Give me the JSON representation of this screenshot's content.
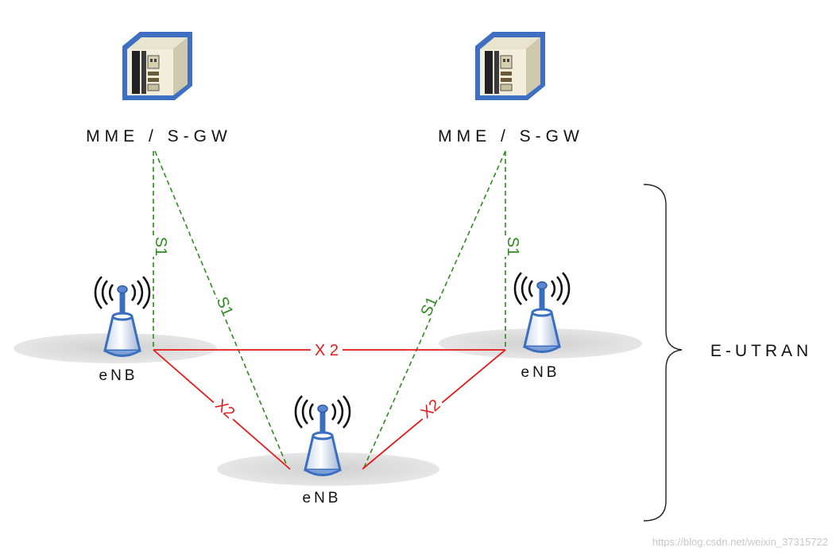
{
  "mme_left": {
    "label": "MME / S-GW",
    "icon": "server-icon"
  },
  "mme_right": {
    "label": "MME / S-GW",
    "icon": "server-icon"
  },
  "enb_left": {
    "label": "eNB",
    "icon": "antenna-tower-icon"
  },
  "enb_right": {
    "label": "eNB",
    "icon": "antenna-tower-icon"
  },
  "enb_bottom": {
    "label": "eNB",
    "icon": "antenna-tower-icon"
  },
  "links": {
    "s1_labels": [
      "S1",
      "S1",
      "S1",
      "S1"
    ],
    "x2_labels": [
      "X 2",
      "X2",
      "X2"
    ]
  },
  "group": {
    "label": "E-UTRAN"
  },
  "watermark": "https://blog.csdn.net/weixin_37315722",
  "colors": {
    "s1": "#2e8b1e",
    "x2": "#e51a1a",
    "device": "#3a6fc0",
    "server_face": "#f3eedb",
    "shadow": "#d8d8d8"
  }
}
